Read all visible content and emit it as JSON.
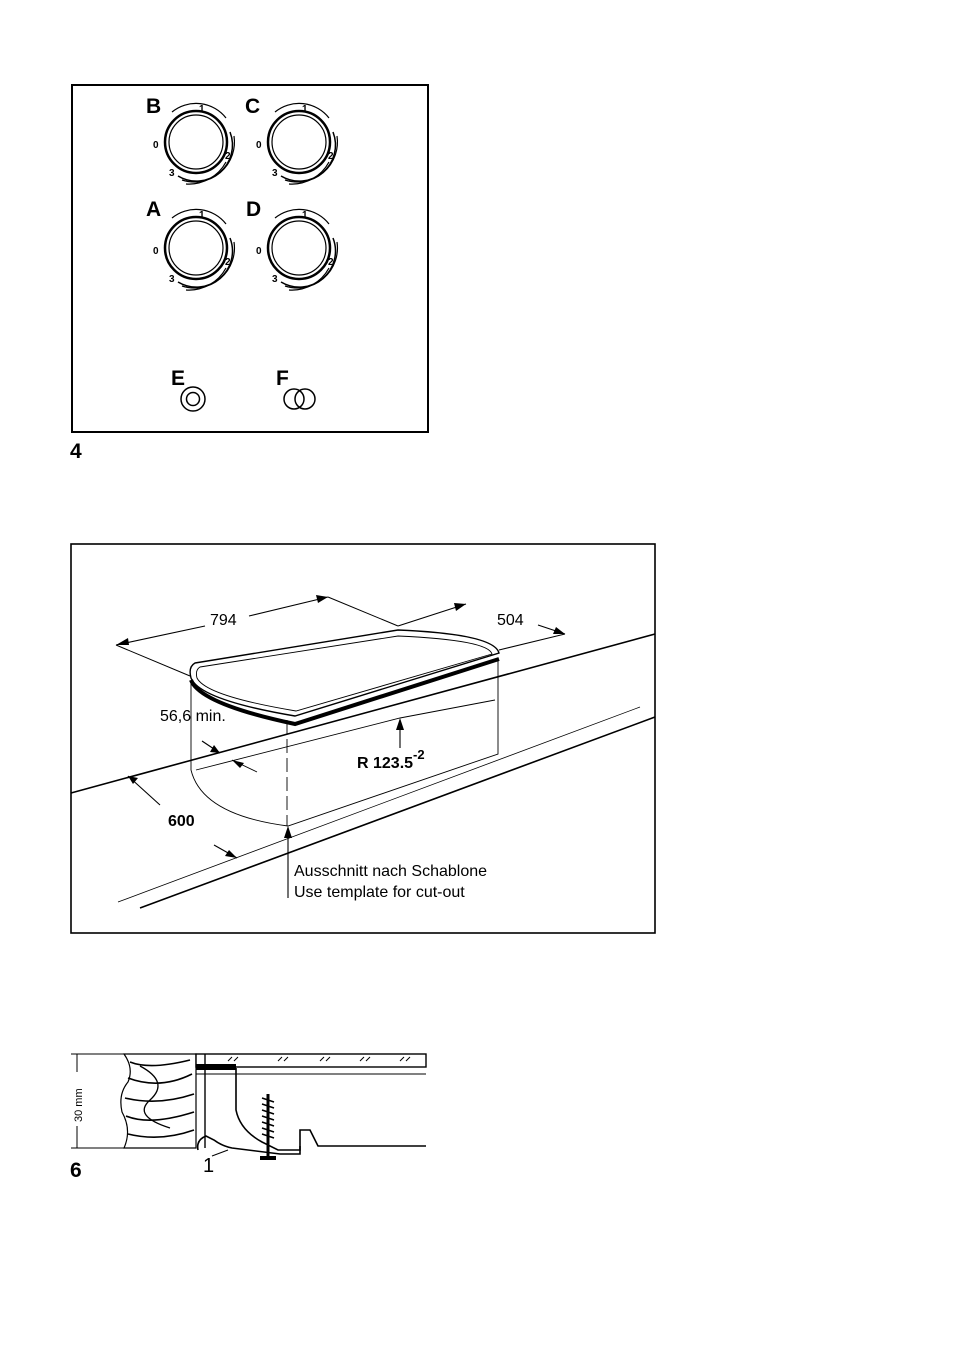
{
  "figure4": {
    "number": "4",
    "knobs": [
      {
        "letter": "B",
        "s0": "0",
        "s1": "1",
        "s2": "2",
        "s3": "3"
      },
      {
        "letter": "C",
        "s0": "0",
        "s1": "1",
        "s2": "2",
        "s3": "3"
      },
      {
        "letter": "A",
        "s0": "0",
        "s1": "1",
        "s2": "2",
        "s3": "3"
      },
      {
        "letter": "D",
        "s0": "0",
        "s1": "1",
        "s2": "2",
        "s3": "3"
      }
    ],
    "indicators": [
      {
        "letter": "E"
      },
      {
        "letter": "F"
      }
    ]
  },
  "figure5": {
    "dim_length": "794",
    "dim_width": "504",
    "dim_min": "56,6 min.",
    "dim_depth": "600",
    "radius": "R 123.5",
    "radius_tol": "-2",
    "caption_de": "Ausschnitt nach Schablone",
    "caption_en": "Use template for cut-out"
  },
  "figure6": {
    "number": "6",
    "thickness": "30 mm",
    "part": "1"
  }
}
